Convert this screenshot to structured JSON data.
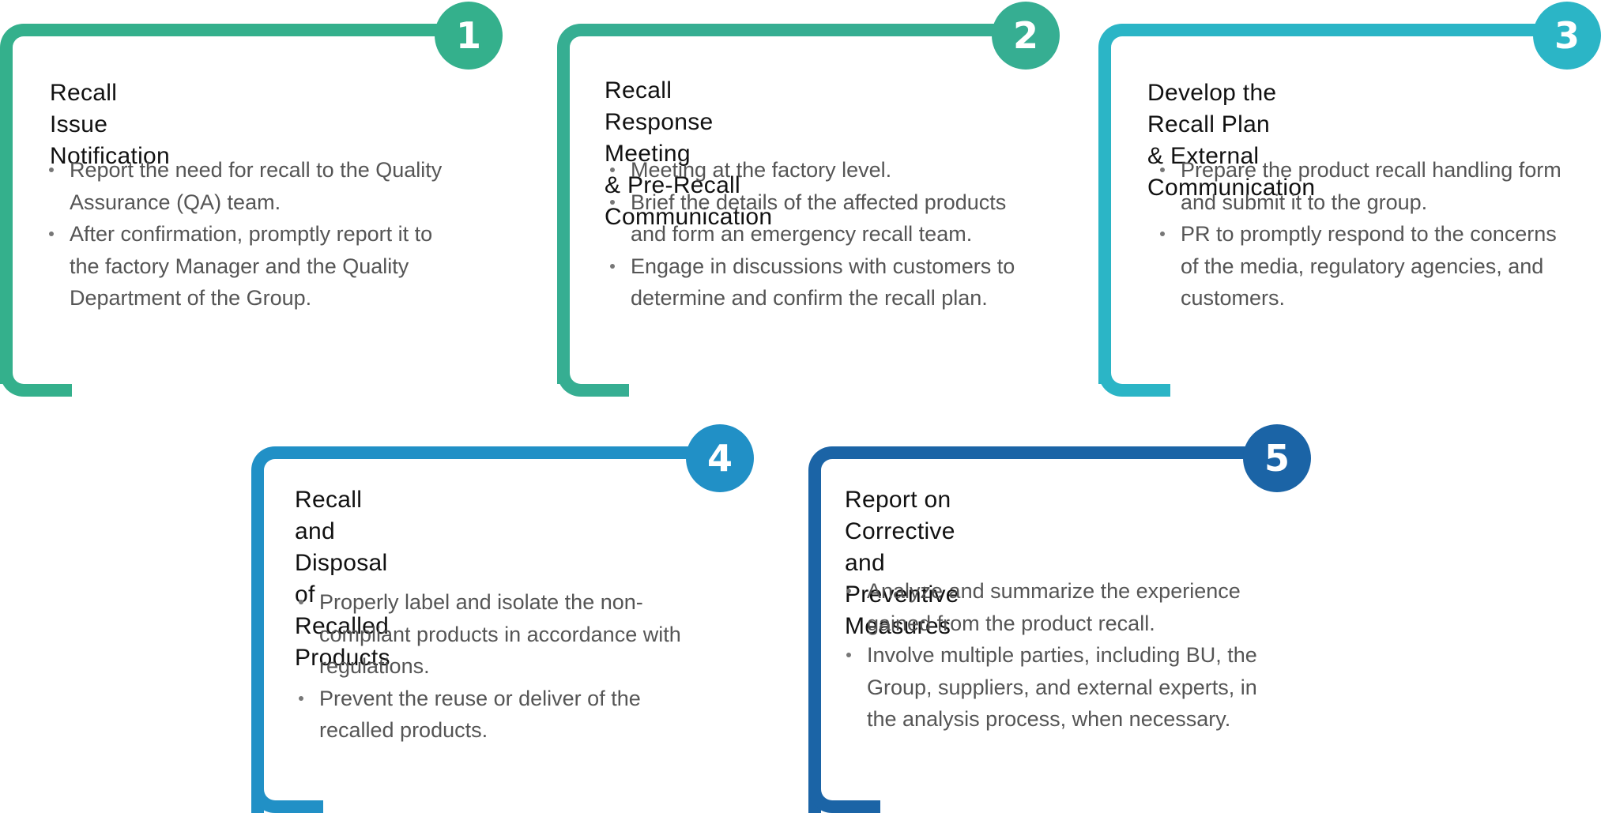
{
  "colors": {
    "step1": "#34b08c",
    "step2": "#36ae92",
    "step3": "#2bb5c6",
    "step4": "#2190c6",
    "step5": "#1b64a6"
  },
  "steps": [
    {
      "number": "1",
      "title_lines": [
        "Recall Issue Notification"
      ],
      "bullets": [
        "Report the need for recall to the Quality Assurance (QA) team.",
        "After confirmation, promptly report it to the factory Manager and the Quality Department of the Group."
      ]
    },
    {
      "number": "2",
      "title_lines": [
        "Recall Response Meeting",
        "& Pre-Recall Communication"
      ],
      "bullets": [
        "Meeting at the factory level.",
        "Brief the details of the affected products and form an emergency recall team.",
        "Engage in discussions with customers to determine and confirm the recall plan."
      ]
    },
    {
      "number": "3",
      "title_lines": [
        "Develop the Recall Plan",
        "& External Communication"
      ],
      "bullets": [
        "Prepare the product recall handling form and submit it to the group.",
        "PR to promptly respond to the concerns of the media, regulatory agencies, and customers."
      ]
    },
    {
      "number": "4",
      "title_lines": [
        "Recall and Disposal",
        "of Recalled Products"
      ],
      "bullets": [
        "Properly label and isolate the non-compliant products in accordance with regulations.",
        "Prevent the reuse or deliver of the recalled products."
      ]
    },
    {
      "number": "5",
      "title_lines": [
        "Report on Corrective",
        "and Preventive Measures"
      ],
      "bullets": [
        "Analyze and summarize the experience gained from the product recall.",
        "Involve multiple parties, including BU, the Group, suppliers, and external experts, in the analysis process, when necessary."
      ]
    }
  ]
}
